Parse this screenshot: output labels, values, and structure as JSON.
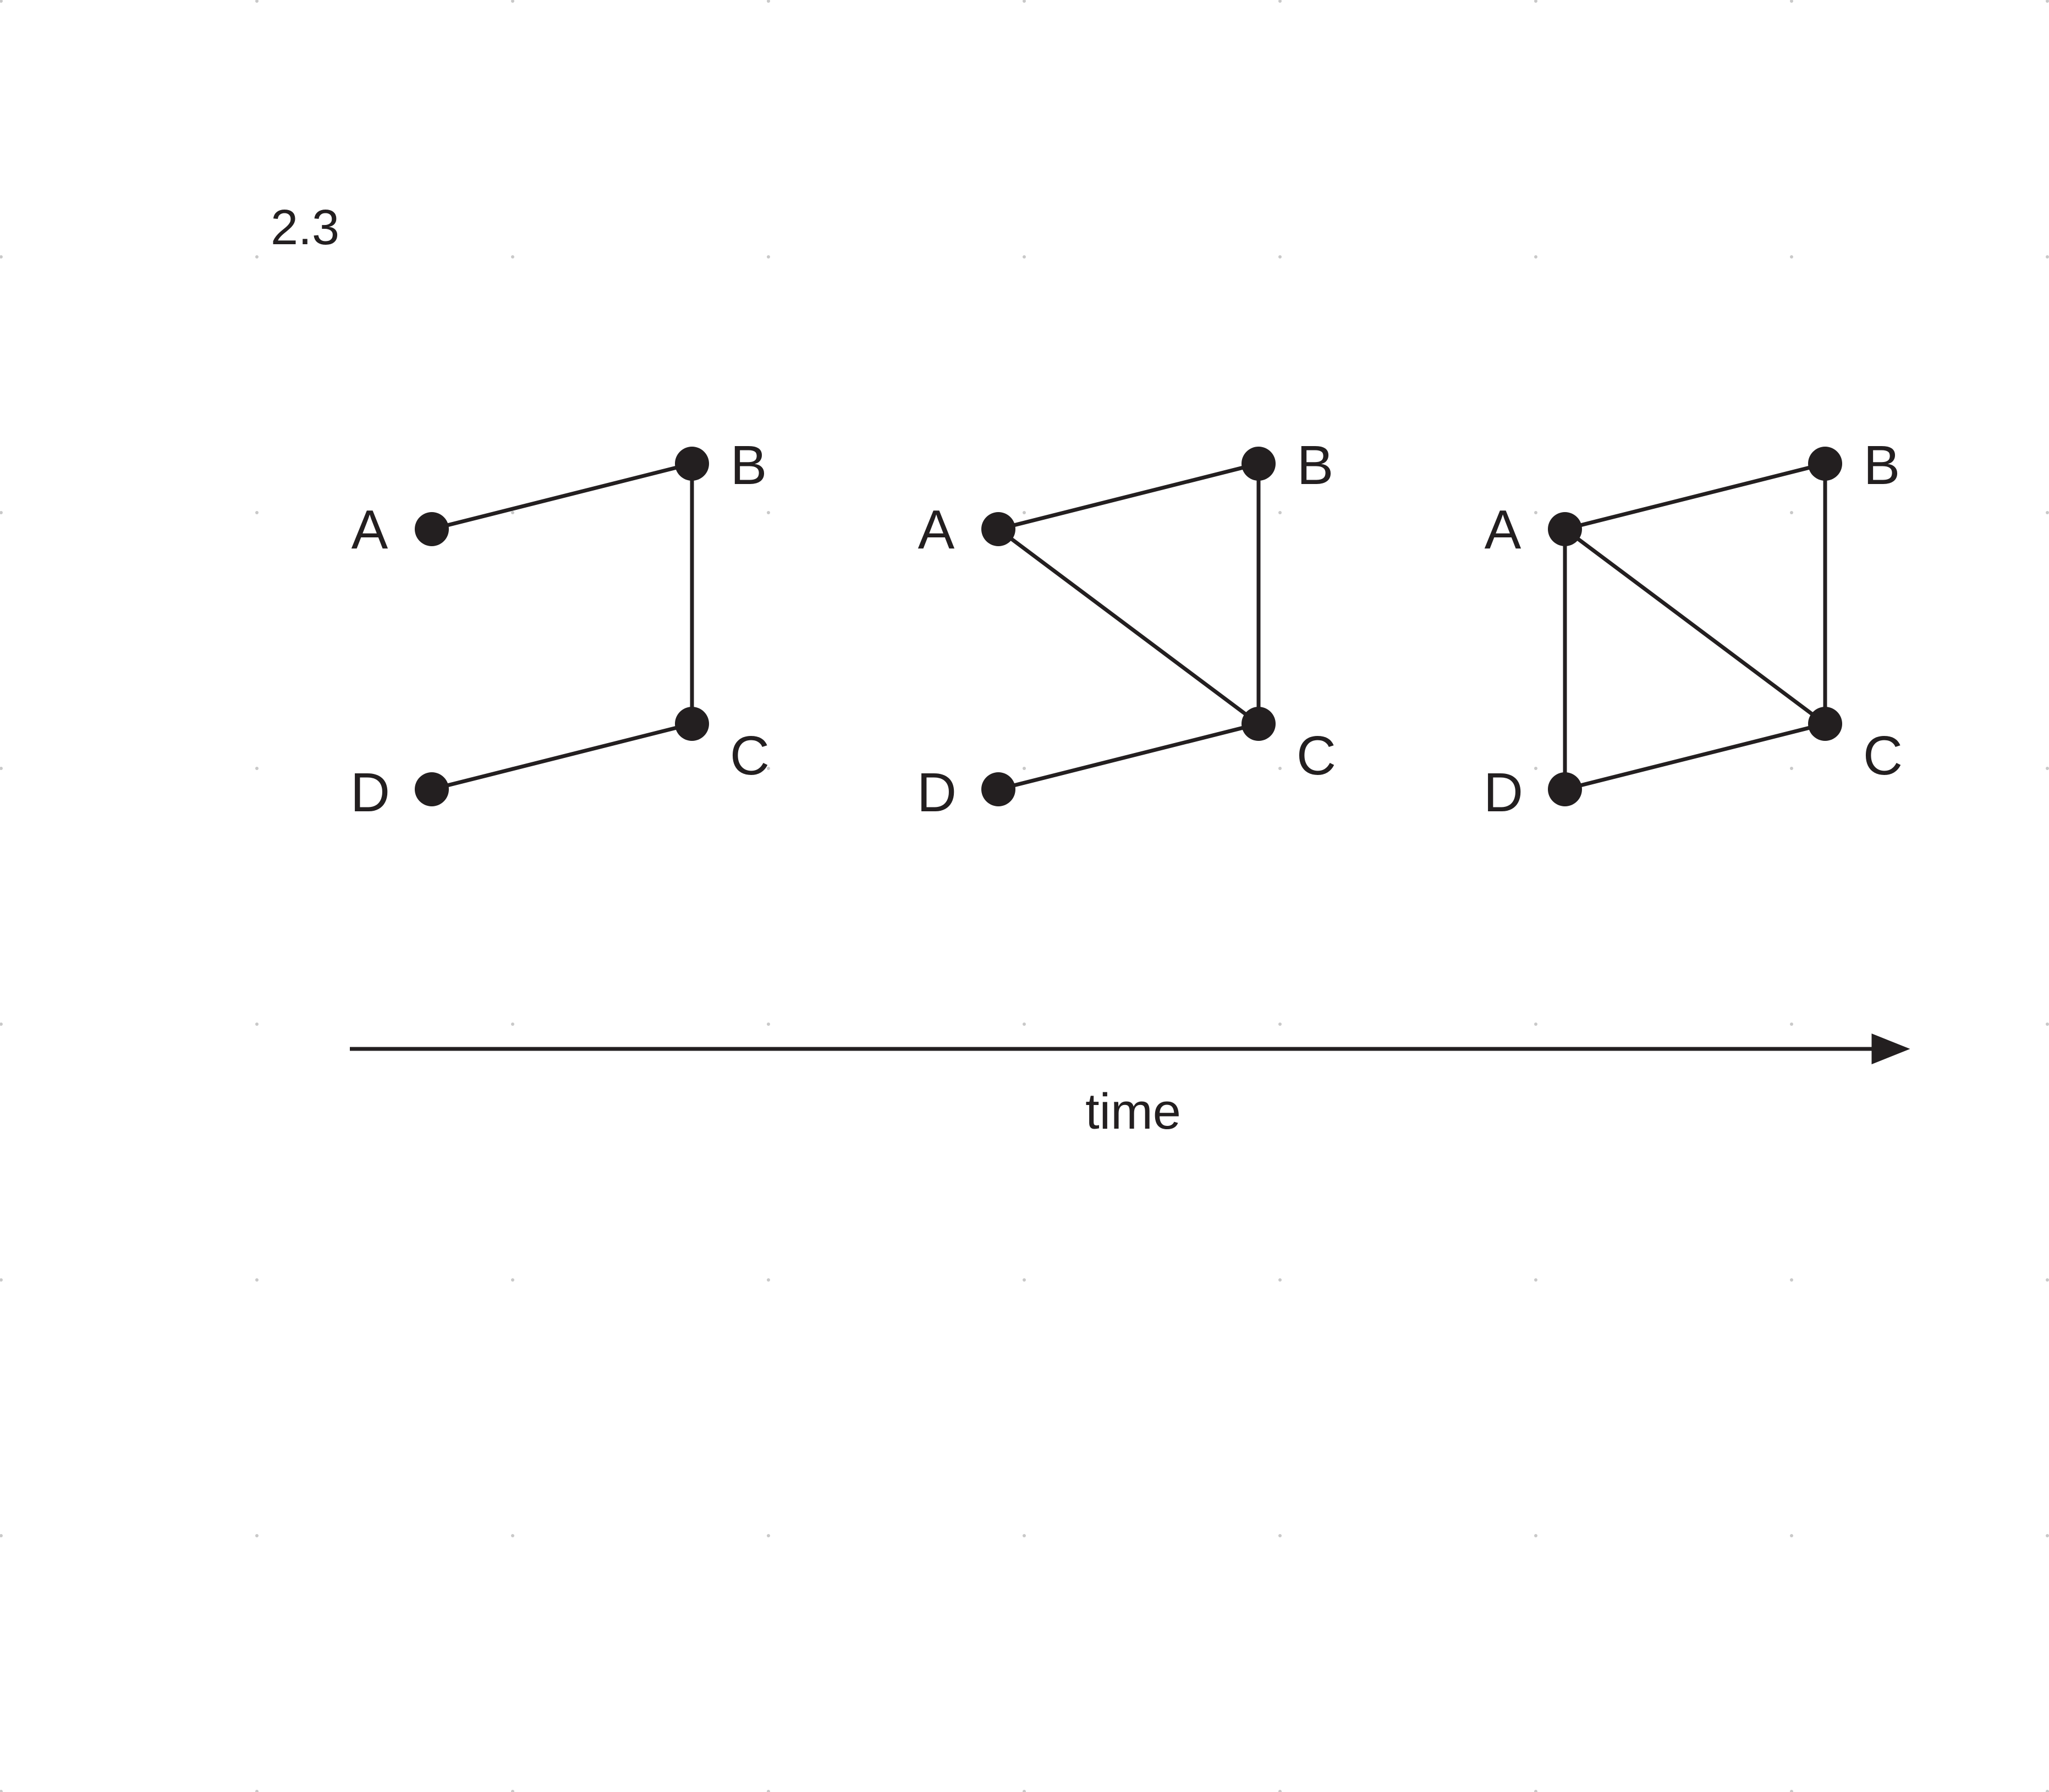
{
  "figure_label": "2.3",
  "axis": {
    "label": "time"
  },
  "snapshots": [
    {
      "id": "t1",
      "nodes": [
        "A",
        "B",
        "C",
        "D"
      ],
      "edges": [
        [
          "A",
          "B"
        ],
        [
          "B",
          "C"
        ],
        [
          "D",
          "C"
        ]
      ]
    },
    {
      "id": "t2",
      "nodes": [
        "A",
        "B",
        "C",
        "D"
      ],
      "edges": [
        [
          "A",
          "B"
        ],
        [
          "B",
          "C"
        ],
        [
          "A",
          "C"
        ],
        [
          "D",
          "C"
        ]
      ]
    },
    {
      "id": "t3",
      "nodes": [
        "A",
        "B",
        "C",
        "D"
      ],
      "edges": [
        [
          "A",
          "B"
        ],
        [
          "B",
          "C"
        ],
        [
          "A",
          "C"
        ],
        [
          "A",
          "D"
        ],
        [
          "D",
          "C"
        ]
      ]
    }
  ],
  "colors": {
    "ink": "#231f20",
    "grid_dots": "#c9c9c9",
    "background": "#ffffff"
  }
}
